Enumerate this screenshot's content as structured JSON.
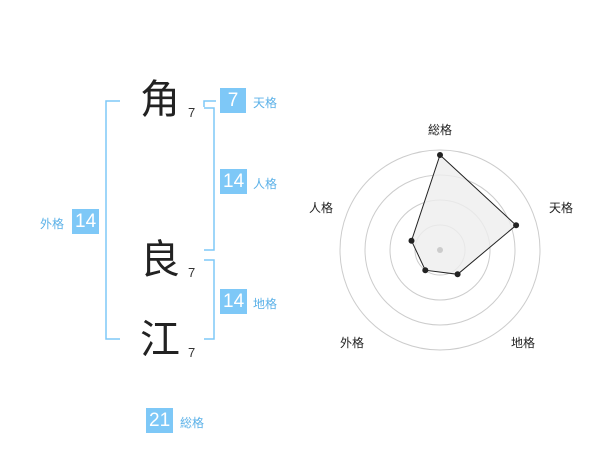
{
  "name": {
    "characters": [
      {
        "char": "角",
        "strokes": "7"
      },
      {
        "char": "良",
        "strokes": "7"
      },
      {
        "char": "江",
        "strokes": "7"
      }
    ]
  },
  "kaku": {
    "tenkaku": {
      "value": "7",
      "label": "天格"
    },
    "jinkaku": {
      "value": "14",
      "label": "人格"
    },
    "chikaku": {
      "value": "14",
      "label": "地格"
    },
    "gaikaku": {
      "value": "14",
      "label": "外格"
    },
    "soukaku": {
      "value": "21",
      "label": "総格"
    }
  },
  "colors": {
    "accent": "#7ec8f7",
    "accent_text": "#5bb1e8",
    "bracket": "#7ec8f7",
    "radar_ring": "#cccccc",
    "radar_fill": "#eeeeee",
    "radar_line": "#222222"
  },
  "chart_data": {
    "type": "radar",
    "axes": [
      "総格",
      "天格",
      "地格",
      "外格",
      "人格"
    ],
    "values": [
      0.95,
      0.8,
      0.3,
      0.25,
      0.3
    ],
    "rings": 4,
    "grid": true
  }
}
